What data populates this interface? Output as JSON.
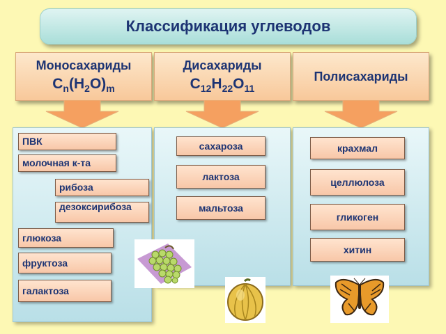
{
  "title": "Классификация углеводов",
  "categories": {
    "mono": {
      "name": "Моносахариды",
      "formula": {
        "base": "C",
        "n": "n",
        "mid": "(H",
        "two": "2",
        "end": "O)",
        "m": "m"
      }
    },
    "di": {
      "name": "Дисахариды",
      "formula": {
        "c": "C",
        "c_n": "12",
        "h": "H",
        "h_n": "22",
        "o": "O",
        "o_n": "11"
      }
    },
    "poly": {
      "name": "Полисахариды"
    }
  },
  "mono_items": [
    "ПВК",
    "молочная к-та",
    "рибоза",
    "дезоксирибоза",
    "глюкоза",
    "фруктоза",
    "галактоза"
  ],
  "di_items": [
    "сахароза",
    "лактоза",
    "мальтоза"
  ],
  "poly_items": [
    "крахмал",
    "целлюлоза",
    "гликоген",
    "хитин"
  ],
  "colors": {
    "background": "#fdf8b4",
    "title_bg": "#bfe6e2",
    "category_bg": "#fbd9b3",
    "panel_bg": "#cde9ee",
    "item_bg": "#fbd4b8",
    "arrow": "#f5a060",
    "text": "#1d3473"
  },
  "icons": [
    "grapes-icon",
    "melon-icon",
    "butterfly-icon"
  ]
}
